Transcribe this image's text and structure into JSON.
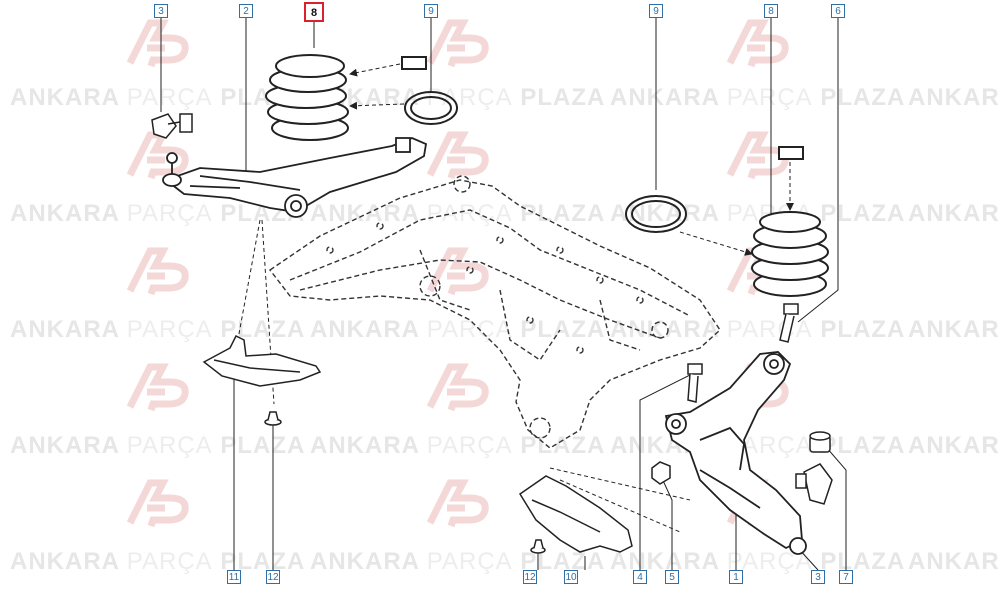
{
  "watermark": {
    "part1": "ANKARA",
    "part2": "PARÇA",
    "part3": "PLAZA"
  },
  "highlight_color": "#d8232a",
  "callout_color": "#2f6fa6",
  "callouts": {
    "c3_top": "3",
    "c2_top": "2",
    "c8_top_left": "8",
    "c9_top_left": "9",
    "c9_top_right": "9",
    "c8_top_right": "8",
    "c6_top": "6",
    "c11": "11",
    "c12_left": "12",
    "c12_mid": "12",
    "c10": "10",
    "c4": "4",
    "c5": "5",
    "c1": "1",
    "c3_bottom": "3",
    "c7": "7"
  }
}
